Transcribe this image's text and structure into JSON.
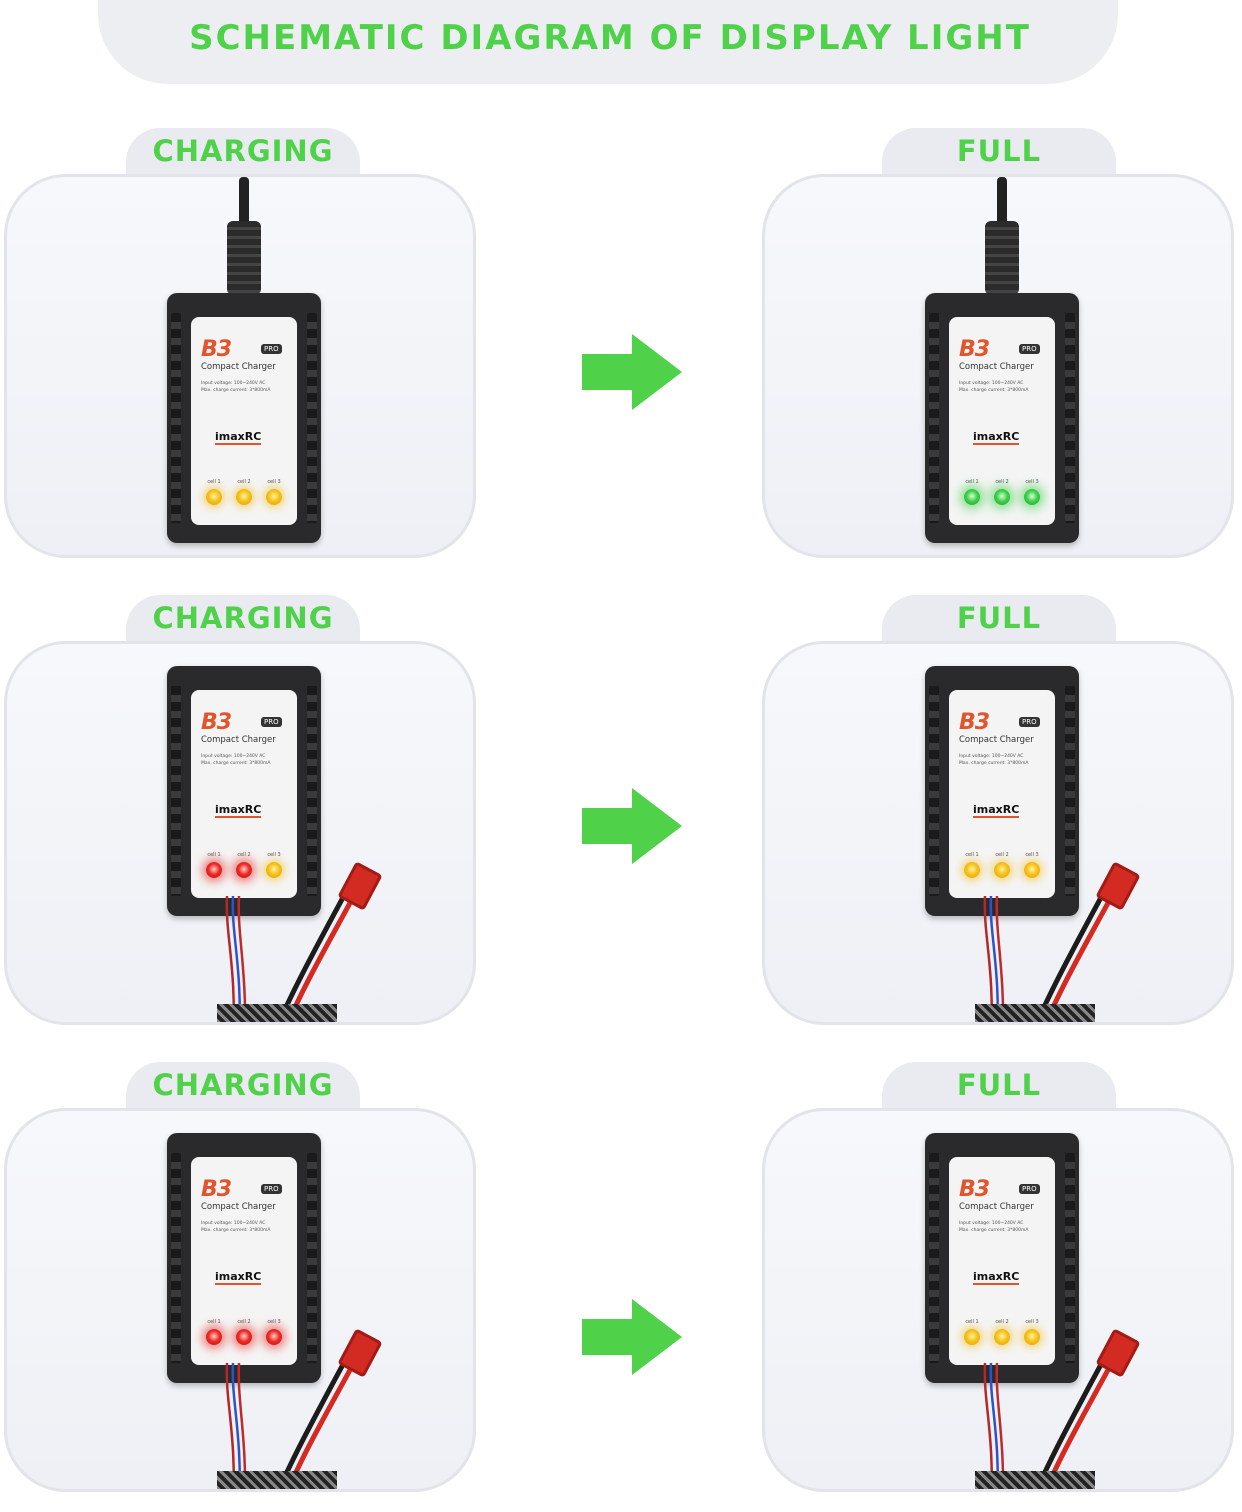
{
  "header": {
    "title": "SCHEMATIC DIAGRAM OF DISPLAY LIGHT"
  },
  "colors": {
    "accent": "#4fd24a",
    "yellow_led": "#f5c21a",
    "green_led": "#3fd14a",
    "red_led": "#ee2b26"
  },
  "charger": {
    "brand": "B3",
    "badge": "PRO",
    "subtitle": "Compact Charger",
    "specs": "Input voltage: 100~240V AC\nMax. charge current: 3*800mA",
    "logo": "imaxRC",
    "cell_labels": [
      "cell 1",
      "cell 2",
      "cell 3"
    ]
  },
  "rows": [
    {
      "left": {
        "label": "CHARGING",
        "leds": [
          "yellow",
          "yellow",
          "yellow"
        ]
      },
      "right": {
        "label": "FULL",
        "leds": [
          "green",
          "green",
          "green"
        ]
      },
      "connection": "power-cable"
    },
    {
      "left": {
        "label": "CHARGING",
        "leds": [
          "red",
          "red",
          "yellow"
        ]
      },
      "right": {
        "label": "FULL",
        "leds": [
          "yellow",
          "yellow",
          "yellow"
        ]
      },
      "connection": "battery"
    },
    {
      "left": {
        "label": "CHARGING",
        "leds": [
          "red",
          "red",
          "red"
        ]
      },
      "right": {
        "label": "FULL",
        "leds": [
          "yellow",
          "yellow",
          "yellow"
        ]
      },
      "connection": "battery"
    }
  ]
}
